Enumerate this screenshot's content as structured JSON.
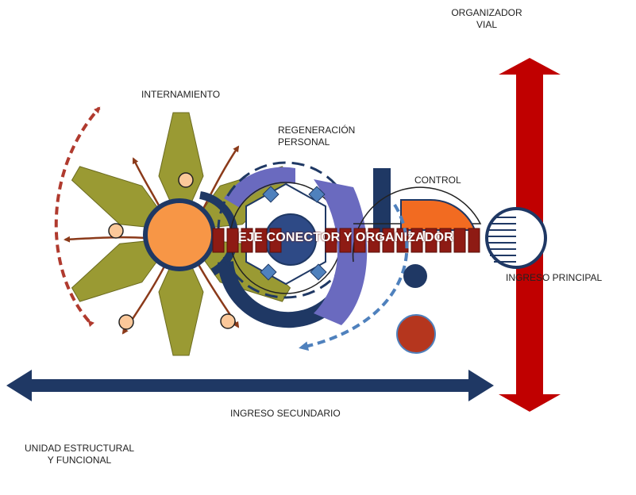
{
  "labels": {
    "organizador_vial": "ORGANIZADOR VIAL",
    "internamiento": "INTERNAMIENTO",
    "regeneracion_personal": "REGENERACIÓN PERSONAL",
    "control": "CONTROL",
    "eje_conector": "EJE CONECTOR Y ORGANIZADOR",
    "ingreso_principal": "INGRESO PRINCIPAL",
    "ingreso_secundario": "INGRESO SECUNDARIO",
    "unidad_estructural": "UNIDAD ESTRUCTURAL Y FUNCIONAL"
  },
  "colors": {
    "red_arrow": "#c00000",
    "navy": "#1f3864",
    "olive": "#9a9a33",
    "orange": "#f79646",
    "brown": "#8b3a1a",
    "purple": "#6a6abf",
    "dashed_red": "#b03a2e",
    "dashed_blue": "#4f81bd",
    "control_orange": "#f26b21",
    "dark_red": "#b5361e",
    "peach": "#fbc89a"
  }
}
